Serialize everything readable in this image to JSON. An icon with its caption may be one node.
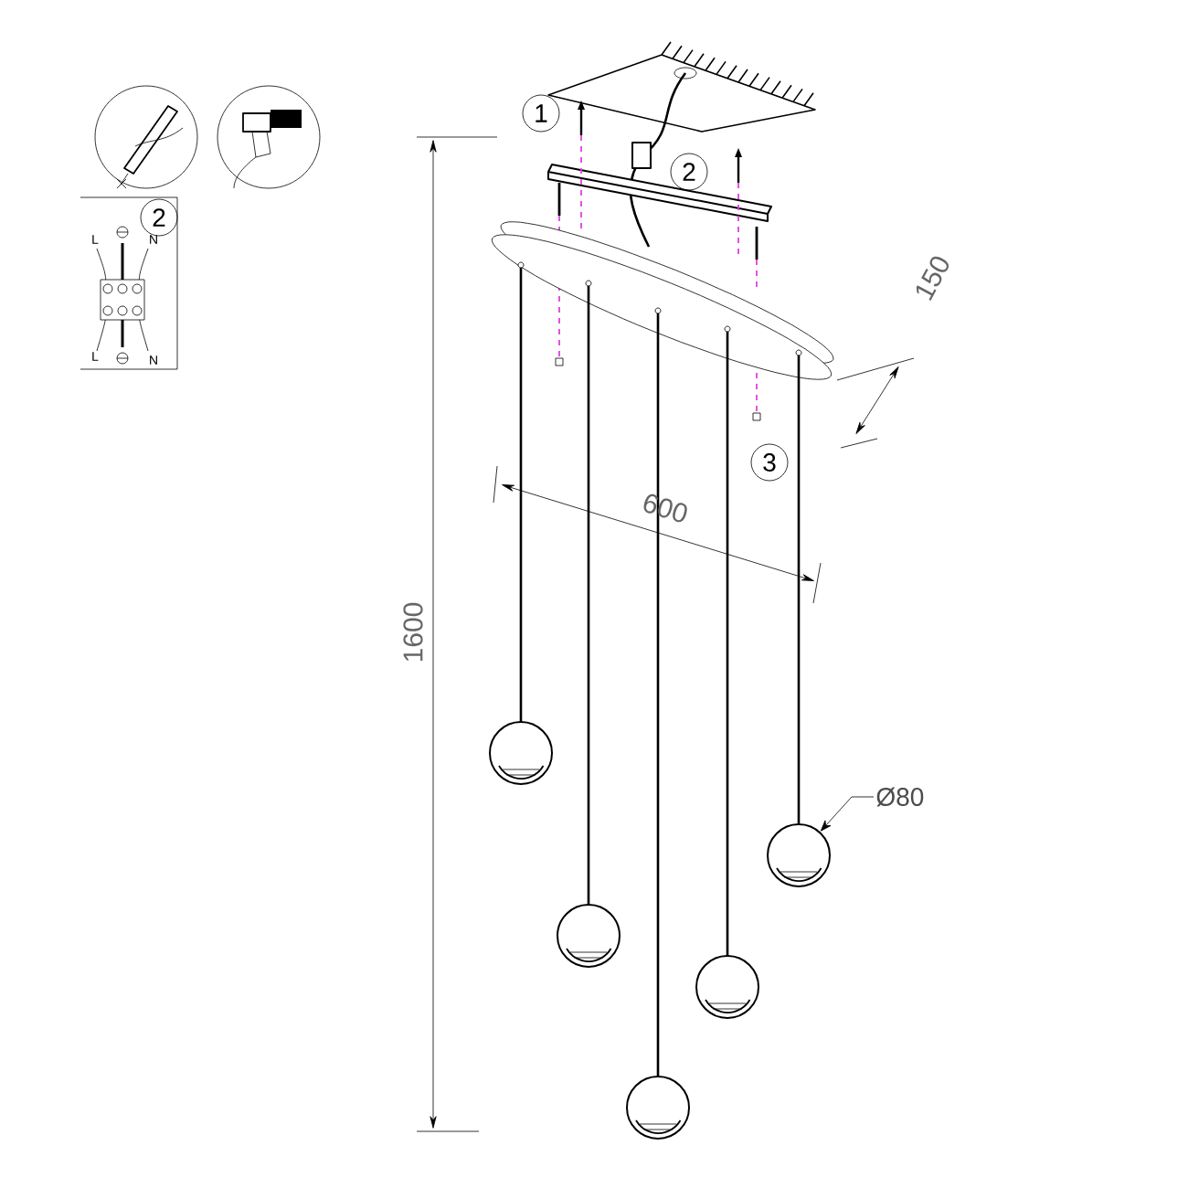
{
  "diagram": {
    "nodes": [
      {
        "text": [
          "Ø80"
        ]
      },
      {
        "text": [],
        "shape": "circle"
      }
    ],
    "edges": [
      {
        "from": 0,
        "to": 1,
        "arrow": "to"
      }
    ],
    "labels": [
      "1",
      "2",
      "3",
      "2",
      "L",
      "N",
      "L",
      "N",
      "150",
      "600",
      "1600"
    ]
  }
}
